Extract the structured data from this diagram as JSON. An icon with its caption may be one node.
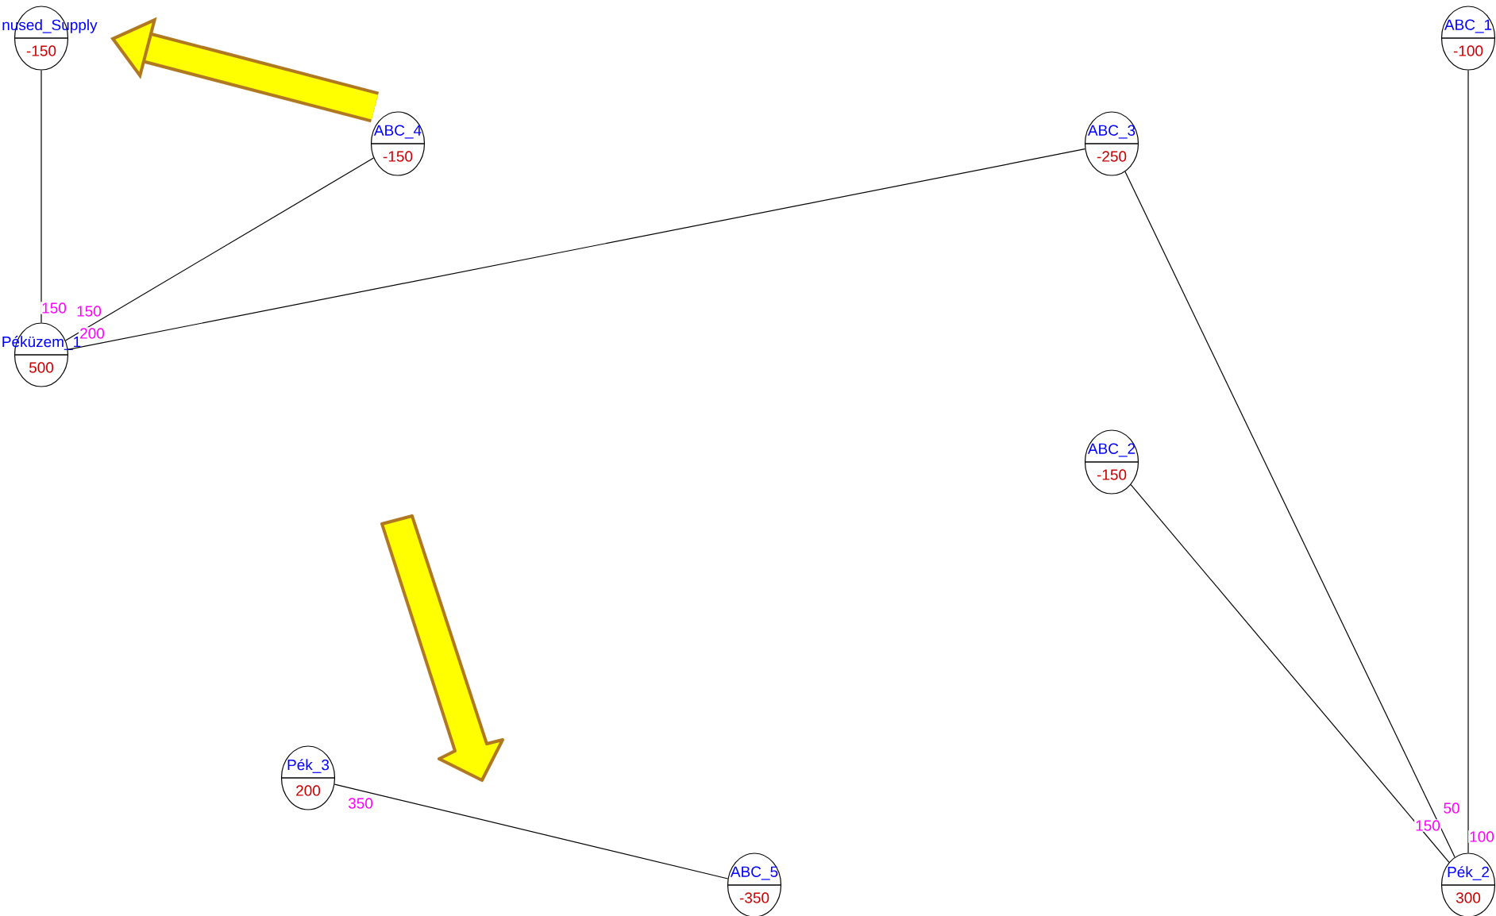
{
  "diagram": {
    "nodes": [
      {
        "text": [
          "nused_Supply",
          "-150"
        ]
      },
      {
        "text": [
          "ABC_1",
          "-100"
        ]
      },
      {
        "text": [
          "ABC_4",
          "-150"
        ]
      },
      {
        "text": [
          "ABC_3",
          "-250"
        ]
      },
      {
        "text": [
          "Péküzem_1",
          "500"
        ]
      },
      {
        "text": [
          "ABC_2",
          "-150"
        ]
      },
      {
        "text": [
          "Pék_3",
          "200"
        ]
      },
      {
        "text": [
          "ABC_5",
          "-350"
        ]
      },
      {
        "text": [
          "Pék_2",
          "300"
        ]
      }
    ],
    "edges": [
      {
        "from": 4,
        "to": 0,
        "arrow": "none",
        "label": "150"
      },
      {
        "from": 4,
        "to": 2,
        "arrow": "none",
        "label": "150"
      },
      {
        "from": 4,
        "to": 3,
        "arrow": "none",
        "label": "200"
      },
      {
        "from": 6,
        "to": 7,
        "arrow": "none",
        "label": "350"
      },
      {
        "from": 8,
        "to": 3,
        "arrow": "none",
        "label": "50"
      },
      {
        "from": 8,
        "to": 5,
        "arrow": "none",
        "label": "150"
      },
      {
        "from": 8,
        "to": 1,
        "arrow": "none",
        "label": "100"
      },
      {
        "from": 2,
        "to": 0,
        "arrow": "to",
        "style": "thick",
        "color": "#b07820"
      }
    ]
  }
}
